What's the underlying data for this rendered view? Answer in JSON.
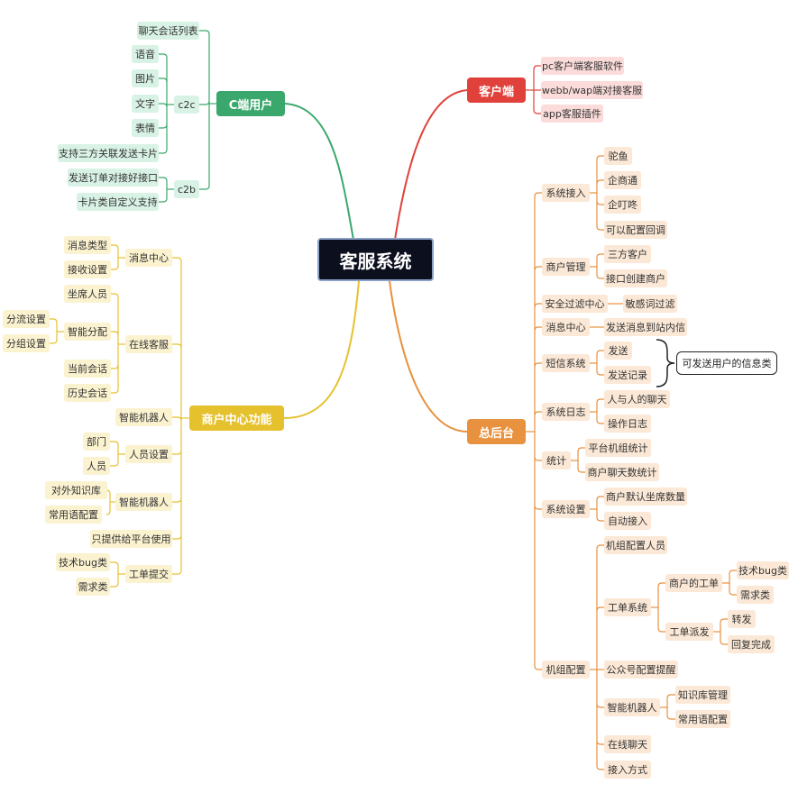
{
  "colors": {
    "green": "#3aa86c",
    "red": "#e0413a",
    "orange": "#e8913e",
    "yellow": "#e6c12e",
    "root_bg": "#0c0f1e"
  },
  "root": "客服系统",
  "branches": {
    "c_user": {
      "label": "C端用户",
      "chat_list": "聊天会话列表",
      "c2c": {
        "label": "c2c",
        "items": [
          "语音",
          "图片",
          "文字",
          "表情",
          "支持三方关联发送卡片"
        ]
      },
      "c2b": {
        "label": "c2b",
        "items": [
          "发送订单对接好接口",
          "卡片类自定义支持"
        ]
      }
    },
    "client": {
      "label": "客户端",
      "items": [
        "pc客户端客服软件",
        "webb/wap端对接客服",
        "app客服插件"
      ]
    },
    "merchant": {
      "label": "商户中心功能",
      "msg_center": {
        "label": "消息中心",
        "items": [
          "消息类型",
          "接收设置"
        ]
      },
      "online_cs": {
        "label": "在线客服",
        "seat": "坐席人员",
        "smart": {
          "label": "智能分配",
          "items": [
            "分流设置",
            "分组设置"
          ]
        },
        "current": "当前会话",
        "history": "历史会话"
      },
      "bot1": "智能机器人",
      "staff": {
        "label": "人员设置",
        "items": [
          "部门",
          "人员"
        ]
      },
      "bot2": {
        "label": "智能机器人",
        "items": [
          "对外知识库",
          "常用语配置"
        ]
      },
      "platform_only": "只提供给平台使用",
      "ticket": {
        "label": "工单提交",
        "items": [
          "技术bug类",
          "需求类"
        ]
      }
    },
    "admin": {
      "label": "总后台",
      "access": {
        "label": "系统接入",
        "items": [
          "驼鱼",
          "企商通",
          "企叮咚",
          "可以配置回调"
        ]
      },
      "merchant_mgmt": {
        "label": "商户管理",
        "items": [
          "三方客户",
          "接口创建商户"
        ]
      },
      "security": {
        "label": "安全过滤中心",
        "items": [
          "敏感词过滤"
        ]
      },
      "message": {
        "label": "消息中心",
        "items": [
          "发送消息到站内信"
        ]
      },
      "sms": {
        "label": "短信系统",
        "items": [
          "发送",
          "发送记录"
        ],
        "note": "可发送用户的信息类"
      },
      "log": {
        "label": "系统日志",
        "items": [
          "人与人的聊天",
          "操作日志"
        ]
      },
      "stats": {
        "label": "统计",
        "items": [
          "平台机组统计",
          "商户聊天数统计"
        ]
      },
      "settings": {
        "label": "系统设置",
        "items": [
          "商户默认坐席数量",
          "自动接入"
        ]
      },
      "crew": {
        "label": "机组配置",
        "crew_staff": "机组配置人员",
        "ticket_sys": {
          "label": "工单系统",
          "merchant_ticket": {
            "label": "商户的工单",
            "items": [
              "技术bug类",
              "需求类"
            ]
          },
          "dispatch": {
            "label": "工单派发",
            "items": [
              "转发",
              "回复完成"
            ]
          }
        },
        "wechat_remind": "公众号配置提醒",
        "bot": {
          "label": "智能机器人",
          "items": [
            "知识库管理",
            "常用语配置"
          ]
        },
        "online_chat": "在线聊天",
        "access_mode": "接入方式"
      }
    }
  }
}
